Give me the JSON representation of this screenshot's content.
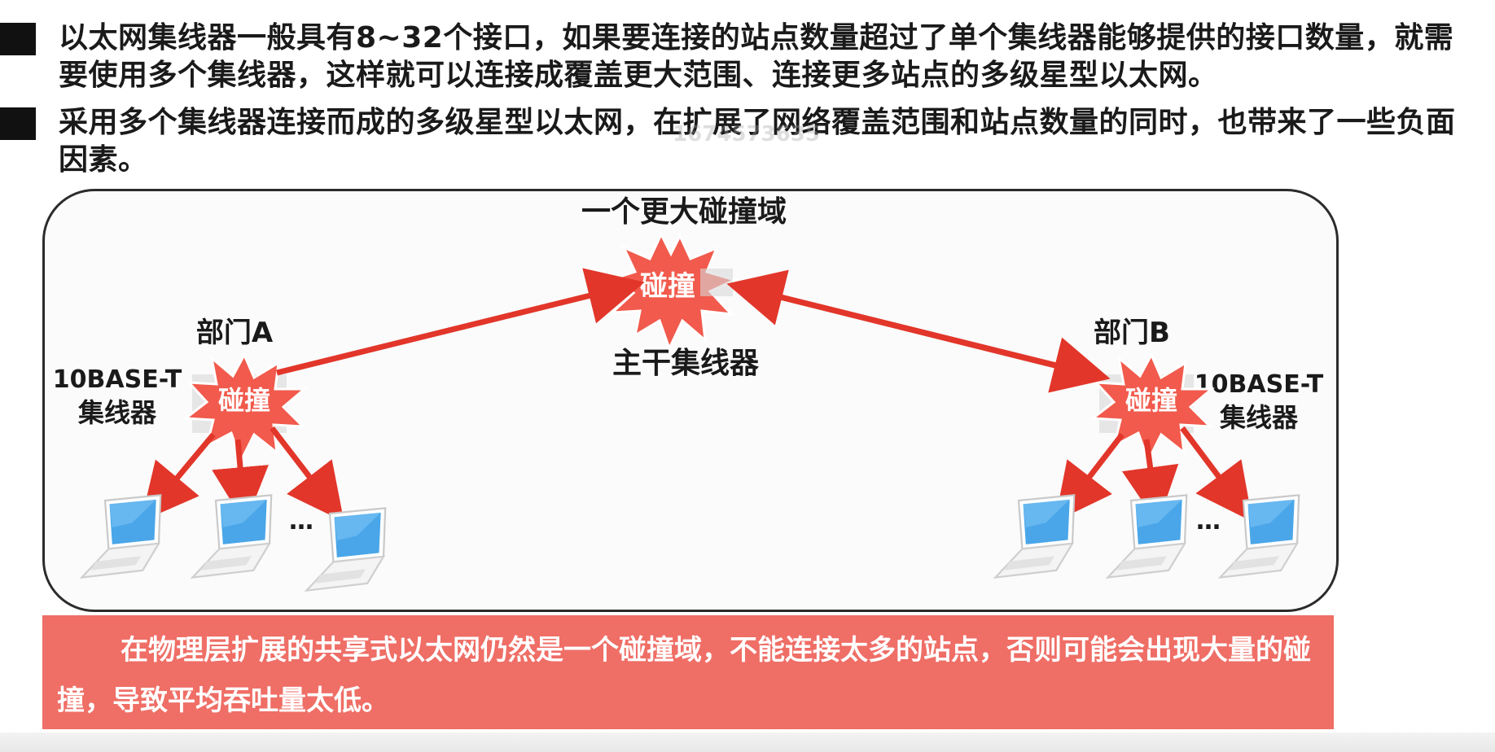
{
  "bullets": [
    "以太网集线器一般具有8~32个接口，如果要连接的站点数量超过了单个集线器能够提供的接口数量，就需要使用多个集线器，这样就可以连接成覆盖更大范围、连接更多站点的多级星型以太网。",
    "采用多个集线器连接而成的多级星型以太网，在扩展了网络覆盖范围和站点数量的同时，也带来了一些负面因素。"
  ],
  "watermark": "1674573635",
  "diagram": {
    "domain_label": "一个更大碰撞域",
    "backbone_hub_label": "主干集线器",
    "collision_label": "碰撞",
    "dept_a": {
      "name": "部门A",
      "hub_line1": "10BASE-T",
      "hub_line2": "集线器"
    },
    "dept_b": {
      "name": "部门B",
      "hub_line1": "10BASE-T",
      "hub_line2": "集线器"
    },
    "ellipsis": "…",
    "colors": {
      "arrow": "#e2362a",
      "burst": "#f15a4c",
      "burst_stroke": "#ffffff",
      "screen": "#4aa6e8"
    }
  },
  "conclusion": "在物理层扩展的共享式以太网仍然是一个碰撞域，不能连接太多的站点，否则可能会出现大量的碰撞，导致平均吞吐量太低。"
}
